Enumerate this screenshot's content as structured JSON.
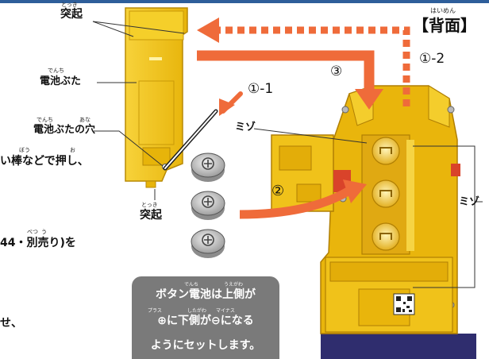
{
  "labels": {
    "protrusion_top": "突起",
    "protrusion_top_ruby": "とっき",
    "battery_cover": "電池ぶた",
    "battery_cover_ruby": "でんち",
    "battery_cover_hole": "電池ぶたの穴",
    "battery_cover_hole_ruby_1": "でんち",
    "battery_cover_hole_ruby_2": "あな",
    "protrusion_bottom": "突起",
    "protrusion_bottom_ruby": "とっき",
    "back_side": "【背面】",
    "back_side_ruby": "はいめん",
    "groove_left": "ミゾ",
    "groove_right": "ミゾ"
  },
  "steps": {
    "step_1_1": "①-1",
    "step_1_2": "①-2",
    "step_2": "②",
    "step_3": "③"
  },
  "left_text": {
    "line1": "い棒などで押し、",
    "line1_ruby_1": "ぼう",
    "line1_ruby_2": "お",
    "line2": "44・別売り)を",
    "line2_ruby_1": "べつ",
    "line2_ruby_2": "う",
    "line3": "せ、"
  },
  "callout": {
    "line1": "ボタン電池は上側が",
    "line2": "⊕に下側が⊖になる",
    "line3": "ようにセットします。",
    "ruby_1": "でんち",
    "ruby_2": "うえがわ",
    "ruby_3": "プラス",
    "ruby_4": "したがわ",
    "ruby_5": "マイナス"
  },
  "colors": {
    "body_yellow": "#f2c40e",
    "body_shadow": "#d39a06",
    "arrow_orange": "#ef6b3a",
    "callout_gray": "#7a7a7a",
    "base_navy": "#2f2d6e",
    "battery_silver": "#bcbcbc"
  }
}
